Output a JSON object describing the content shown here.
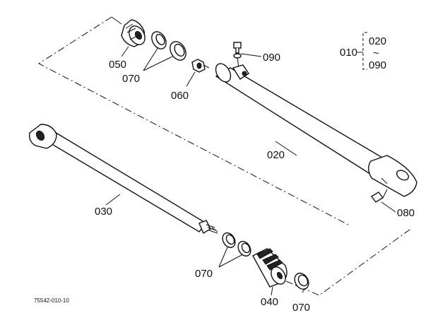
{
  "diagram": {
    "part_labels": {
      "p050": "050",
      "p070_top": "070",
      "p060": "060",
      "p090": "090",
      "p020": "020",
      "p080": "080",
      "p030": "030",
      "p070_bottom": "070",
      "p040": "040",
      "p070_right": "070"
    },
    "assembly": {
      "label": "010",
      "range_start": "020",
      "range_tilde": "~",
      "range_end": "090"
    },
    "drawing_number": "75542-010-10"
  }
}
